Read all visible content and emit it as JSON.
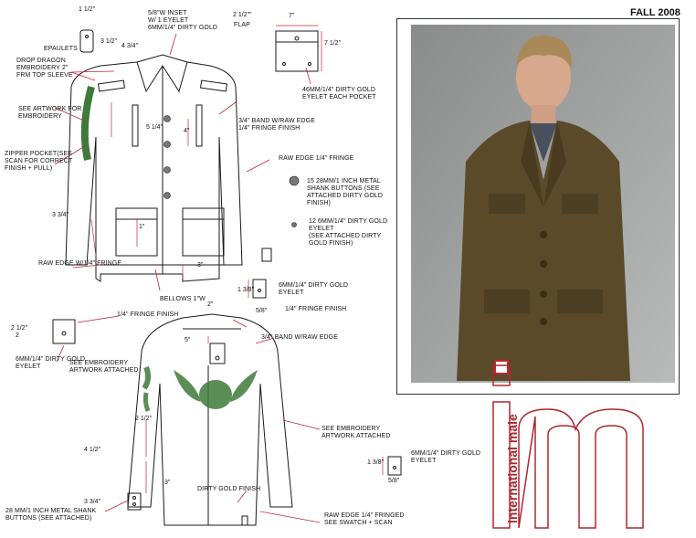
{
  "season": "FALL 2008",
  "brand": {
    "word": "international male",
    "monogram": "im",
    "color": "#b0272e"
  },
  "colors": {
    "line": "#1a1a1a",
    "arrow": "#c0282e",
    "jacket_photo": "#5a4a2a",
    "embroidery": "#3f7a3a"
  },
  "labels": {
    "epaulets": "EPAULETS",
    "inset": "5/8\"W INSET\nW/ 1 EYELET\n6MM/1/4\" DIRTY GOLD",
    "flap": "FLAP",
    "drop_dragon": "DROP DRAGON\nEMBROIDERY 2\"\nFRM TOP SLEEVE",
    "see_artwork": "SEE ARTWORK FOR\nEMBROIDERY",
    "eyelet_pocket": "46MM/1/4\" DIRTY GOLD\nEYELET EACH POCKET",
    "band_raw": "3/4\" BAND W/RAW EDGE\n1/4\" FRINGE FINISH",
    "zipper": "ZIPPER POCKET(SEE\nSCAN FOR CORRECT\nFINISH + PULL)",
    "raw_edge_fringe": "RAW EDGE 1/4\" FRINGE",
    "buttons_15": "15 28MM/1 INCH METAL\nSHANK BUTTONS (SEE\nATTACHED DIRTY GOLD\nFINISH)",
    "eyelet_12": "12  6MM/1/4\" DIRTY GOLD\nEYELET\n(SEE ATTACHED DIRTY\nGOLD FINISH)",
    "raw_edge_w": "RAW EDGE W/1/4\" FRINGE",
    "bellows": "BELLOWS 1\"W",
    "eyelet_mid": "6MM/1/4\" DIRTY GOLD\nEYELET",
    "fringe_finish_l": "1/4\" FRINGE FINISH",
    "fringe_finish_r": "1/4\" FRINGE FINISH",
    "band_raw_back": "3/4\" BAND W/RAW EDGE",
    "eyelet_left": "6MM/1/4\" DIRTY GOLD\nEYELET",
    "see_emb_attached": "SEE EMBROIDERY\nARTWORK ATTACHED",
    "see_emb_center": "SEE EMBROIDERY\nARTWORK ATTACHED",
    "dirty_gold": "DIRTY GOLD FINISH",
    "buttons_28": "28 MM/1 INCH METAL SHANK\nBUTTONS (SEE ATTACHED)",
    "raw_edge_fringed": "RAW EDGE 1/4\" FRINGED\nSEE SWATCH + SCAN",
    "eyelet_bottom": "6MM/1/4\" DIRTY GOLD\nEYELET"
  },
  "dims": {
    "ep_w": "1 1/2\"",
    "ep_h": "3 1/2\"",
    "collar": "4 3/4\"",
    "flap_w": "7\"",
    "flap_h": "7 1/2\"",
    "flap_21": "2 1/2\"\"",
    "pocket_h": "5 1/4\"",
    "pocket_4": "4\"",
    "side_334": "3 3/4\"",
    "pocket_1": "1\"",
    "hem_3": "3\"",
    "eyelet_138": "1 3/8\"",
    "eyelet_58": "5/8\"",
    "back_2": "2\"",
    "back_5": "5\"",
    "tab_212": "2 1/2\"",
    "tab_2": "2",
    "sleeve_212": "2 1/2\"",
    "sleeve_412": "4 1/2\"",
    "sleeve_3": "3\"",
    "sleeve_334": "3 3/4\"",
    "bot_138": "1 3/8\"",
    "bot_58": "5/8\""
  }
}
